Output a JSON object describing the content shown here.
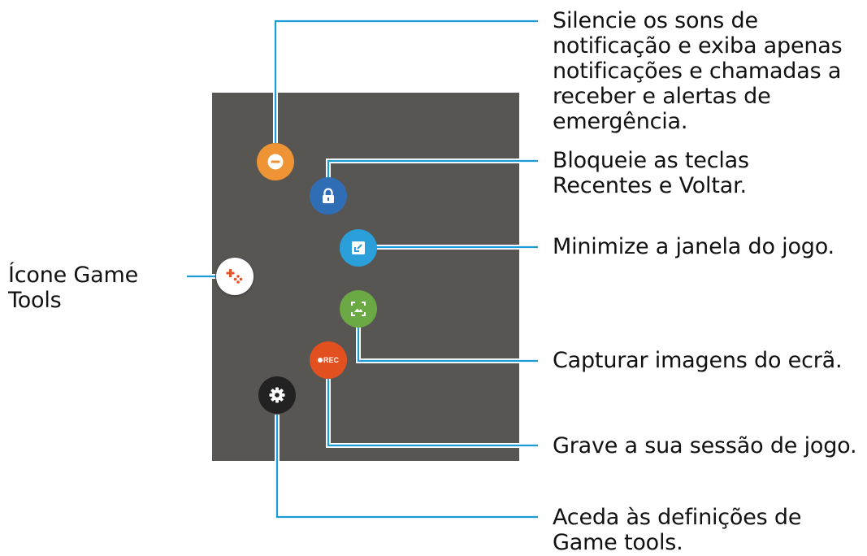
{
  "callouts": {
    "dnd": "Silencie os sons de notificação e exiba apenas notificações e chamadas a receber e alertas de emergência.",
    "lock": "Bloqueie as teclas Recentes e Voltar.",
    "minimize": "Minimize a janela do jogo.",
    "screenshot": "Capturar imagens do ecrã.",
    "record": "Grave a sua sessão de jogo.",
    "settings": "Aceda às definições de Game tools.",
    "game_tools_icon": "Ícone Game Tools"
  },
  "buttons": {
    "rec_label": "REC"
  },
  "colors": {
    "panel": "#575652",
    "line": "#1d9bd6",
    "dnd": "#ee9435",
    "lock": "#2f6db5",
    "minimize": "#2a9fda",
    "screenshot": "#6aa944",
    "record": "#e2501f",
    "settings": "#222222",
    "game_tools": "#ffffff"
  },
  "icons": {
    "dnd": "minus-circle-icon",
    "lock": "lock-icon",
    "minimize": "minimize-icon",
    "screenshot": "screenshot-icon",
    "record": "record-icon",
    "settings": "gear-icon",
    "game_tools": "game-tools-icon"
  }
}
